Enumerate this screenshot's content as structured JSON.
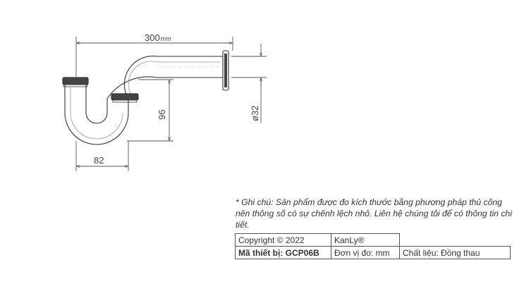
{
  "drawing": {
    "dimensions": {
      "width": "300",
      "width_unit": "mm",
      "height": "96",
      "pipe_diameter": "ø32",
      "trap_width": "82"
    }
  },
  "note": "* Ghi chú: Sản phẩm được đo kích thước bằng phương pháp thủ công nên thông số có sự chênh lệch nhỏ. Liên hệ chúng tôi để có thông tin chi tiết.",
  "info_table": {
    "copyright": "Copyright © 2022",
    "brand": "KanLy®",
    "model": "Mã thiết bị: GCP06B",
    "unit": "Đơn vị đo: mm",
    "material": "Chất liệu: Đồng thau"
  }
}
